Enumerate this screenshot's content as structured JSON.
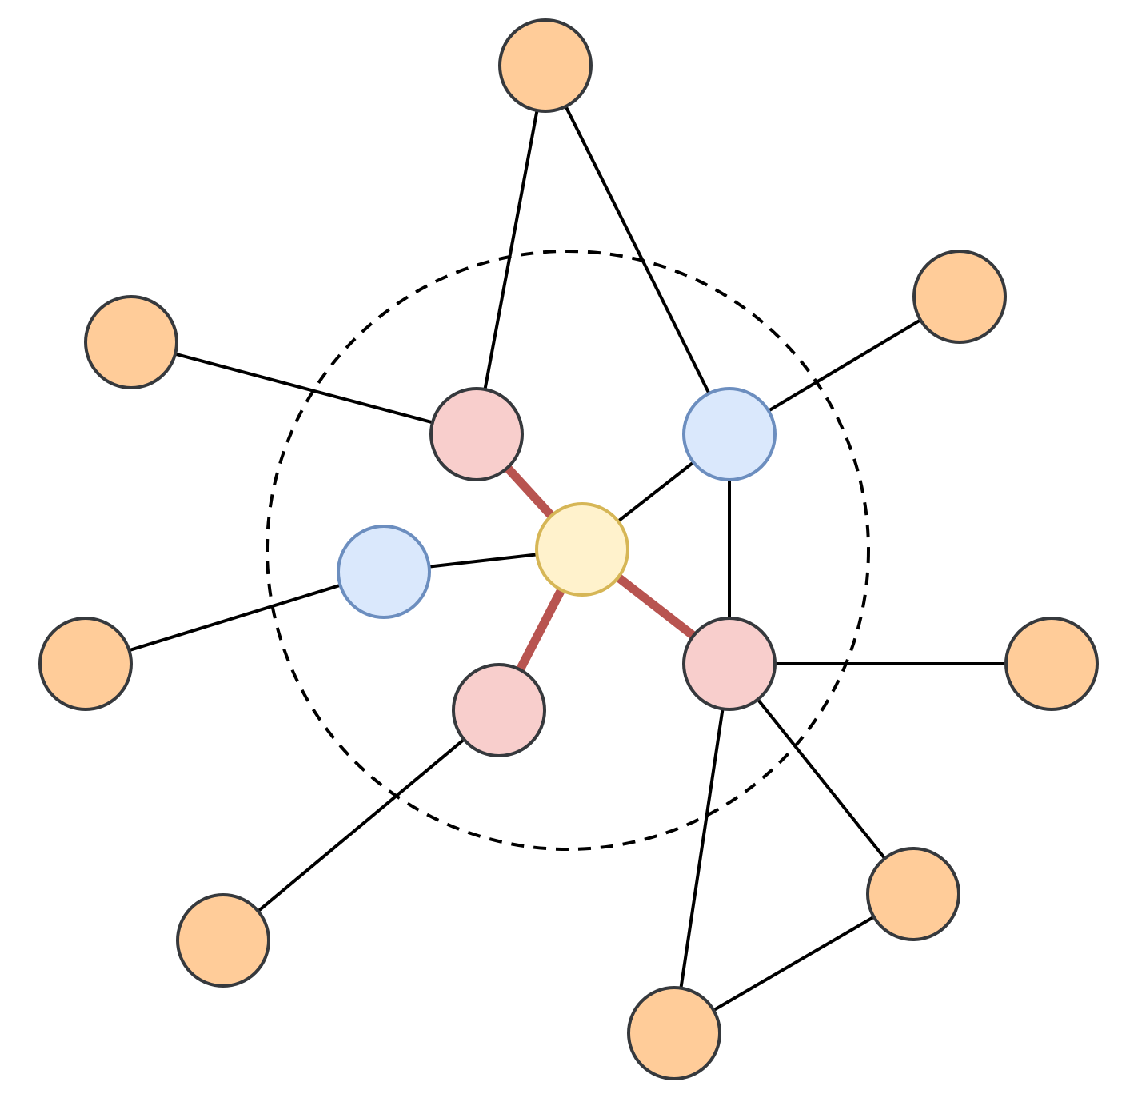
{
  "colors": {
    "background": "#ffffff",
    "edge": "#000000",
    "highlight_edge": "#b85450",
    "dashed_boundary": "#000000",
    "center_fill": "#fff2cc",
    "center_stroke": "#d6b656",
    "red_fill": "#f8cecc",
    "red_stroke": "#36393d",
    "blue_fill": "#dae8fc",
    "blue_stroke": "#6c8ebf",
    "orange_fill": "#ffcc99",
    "orange_stroke": "#36393d"
  },
  "nodes": [
    {
      "id": "center",
      "kind": "center"
    },
    {
      "id": "red-top-left",
      "kind": "red"
    },
    {
      "id": "red-bottom",
      "kind": "red"
    },
    {
      "id": "red-right",
      "kind": "red"
    },
    {
      "id": "blue-right",
      "kind": "blue"
    },
    {
      "id": "blue-left",
      "kind": "blue"
    },
    {
      "id": "orange-top",
      "kind": "orange"
    },
    {
      "id": "orange-left-upper",
      "kind": "orange"
    },
    {
      "id": "orange-right-upper",
      "kind": "orange"
    },
    {
      "id": "orange-left",
      "kind": "orange"
    },
    {
      "id": "orange-right",
      "kind": "orange"
    },
    {
      "id": "orange-bottom-left",
      "kind": "orange"
    },
    {
      "id": "orange-bottom-right",
      "kind": "orange"
    },
    {
      "id": "orange-bottom",
      "kind": "orange"
    }
  ],
  "edges": [
    {
      "from": "center",
      "to": "red-top-left",
      "highlight": true
    },
    {
      "from": "center",
      "to": "red-bottom",
      "highlight": true
    },
    {
      "from": "center",
      "to": "red-right",
      "highlight": true
    },
    {
      "from": "center",
      "to": "blue-right",
      "highlight": false
    },
    {
      "from": "center",
      "to": "blue-left",
      "highlight": false
    },
    {
      "from": "red-top-left",
      "to": "orange-top",
      "highlight": false
    },
    {
      "from": "red-top-left",
      "to": "orange-left-upper",
      "highlight": false
    },
    {
      "from": "blue-right",
      "to": "orange-top",
      "highlight": false
    },
    {
      "from": "blue-right",
      "to": "orange-right-upper",
      "highlight": false
    },
    {
      "from": "blue-right",
      "to": "red-right",
      "highlight": false
    },
    {
      "from": "blue-left",
      "to": "orange-left",
      "highlight": false
    },
    {
      "from": "red-right",
      "to": "orange-right",
      "highlight": false
    },
    {
      "from": "red-right",
      "to": "orange-bottom-right",
      "highlight": false
    },
    {
      "from": "red-right",
      "to": "orange-bottom",
      "highlight": false
    },
    {
      "from": "red-bottom",
      "to": "orange-bottom-left",
      "highlight": false
    },
    {
      "from": "orange-bottom-right",
      "to": "orange-bottom",
      "highlight": false
    }
  ]
}
